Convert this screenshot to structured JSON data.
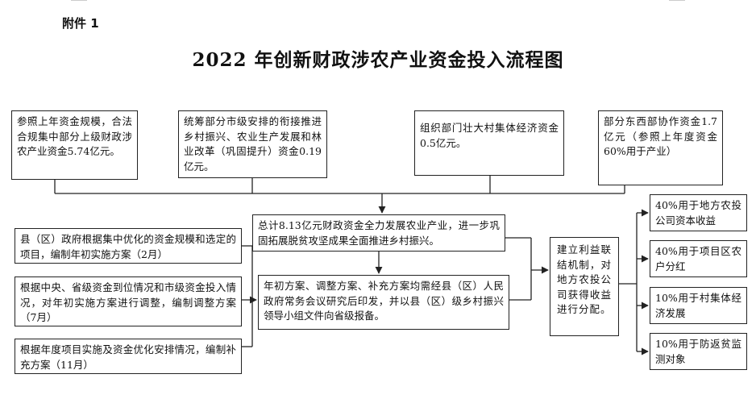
{
  "header": {
    "attachment_label": "附件 1",
    "title": "2022 年创新财政涉农产业资金投入流程图"
  },
  "sources": [
    "参照上年资金规模，合法合规集中部分上级财政涉农产业资金5.74亿元。",
    "统筹部分市级安排的衔接推进乡村振兴、农业生产发展和林业改革（巩固提升）资金0.19亿元。",
    "组织部门壮大村集体经济资金0.5亿元。",
    "部分东西部协作资金1.7亿元（参照上年度资金60%用于产业）"
  ],
  "center": {
    "summary": "总计8.13亿元财政资金全力发展农业产业，进一步巩固拓展脱贫攻坚成果全面推进乡村振兴。",
    "approval": "年初方案、调整方案、补充方案均需经县（区）人民政府常务会议研究后印发，并以县（区）级乡村振兴领导小组文件向省级报备。"
  },
  "plans": [
    "县（区）政府根据集中优化的资金规模和选定的项目，编制年初实施方案（2月）",
    "根据中央、省级资金到位情况和市级资金投入情况，对年初实施方案进行调整，编制调整方案（7月）",
    "根据年度项目实施及资金优化安排情况，编制补充方案（11月）"
  ],
  "mechanism": "建立利益联结机制，对地方农投公司获得收益进行分配。",
  "distribution": [
    "40%用于地方农投公司资本收益",
    "40%用于项目区农户分红",
    "10%用于村集体经济发展",
    "10%用于防返贫监测对象"
  ]
}
